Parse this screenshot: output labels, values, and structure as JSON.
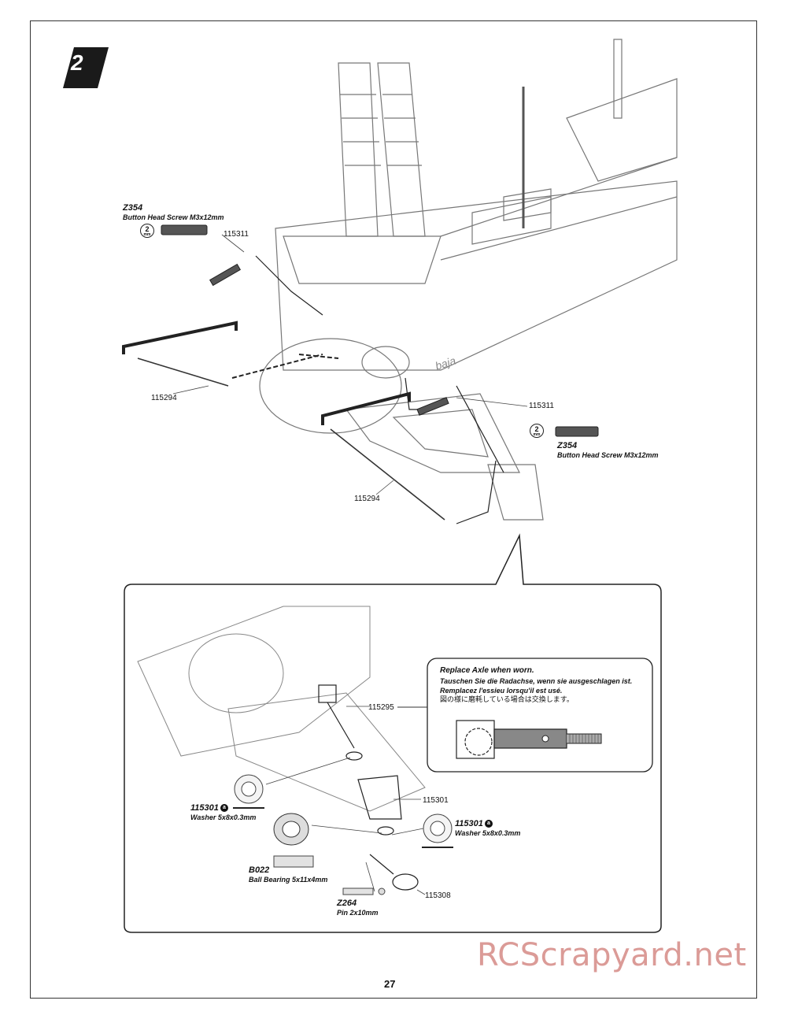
{
  "step": {
    "number": "2"
  },
  "callouts": {
    "top_left": {
      "code": "Z354",
      "desc": "Button Head Screw M3x12mm",
      "tool": "2",
      "tool_unit": "mm"
    },
    "right": {
      "code": "Z354",
      "desc": "Button Head Screw M3x12mm",
      "tool": "2",
      "tool_unit": "mm"
    }
  },
  "part_labels": {
    "p115311_top": "115311",
    "p115311_right": "115311",
    "p115294_left": "115294",
    "p115294_center": "115294",
    "p115295": "115295",
    "p115301": "115301",
    "p115308": "115308"
  },
  "detail": {
    "washer_left": {
      "code": "115301",
      "badge": "a",
      "desc": "Washer 5x8x0.3mm"
    },
    "washer_right": {
      "code": "115301",
      "badge": "a",
      "desc": "Washer 5x8x0.3mm"
    },
    "bearing": {
      "code": "B022",
      "desc": "Ball Bearing 5x11x4mm"
    },
    "pin": {
      "code": "Z264",
      "desc": "Pin 2x10mm"
    }
  },
  "note": {
    "en": "Replace Axle when worn.",
    "de": "Tauschen Sie die Radachse, wenn sie ausgeschlagen ist.",
    "fr": "Remplacez l'essieu lorsqu'il est usé.",
    "ja": "図の様に磨耗している場合は交換します。"
  },
  "brand_decal": "baja",
  "page_number": "27",
  "watermark": "RCScrapyard.net"
}
